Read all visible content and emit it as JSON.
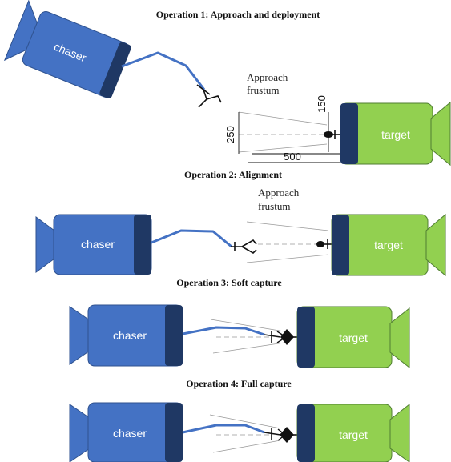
{
  "operations": [
    {
      "title": "Operation 1: Approach and deployment",
      "note_line1": "Approach",
      "note_line2": "frustum"
    },
    {
      "title": "Operation 2: Alignment",
      "note_line1": "Approach",
      "note_line2": "frustum"
    },
    {
      "title": "Operation 3: Soft capture"
    },
    {
      "title": "Operation 4: Full capture"
    }
  ],
  "labels": {
    "chaser": "chaser",
    "target": "target"
  },
  "dimensions": {
    "depth": "500",
    "width": "250",
    "offset": "150"
  },
  "colors": {
    "chaser": "#4472c4",
    "target": "#92d050",
    "docking_face": "#1f3864",
    "arm": "#4472c4"
  }
}
